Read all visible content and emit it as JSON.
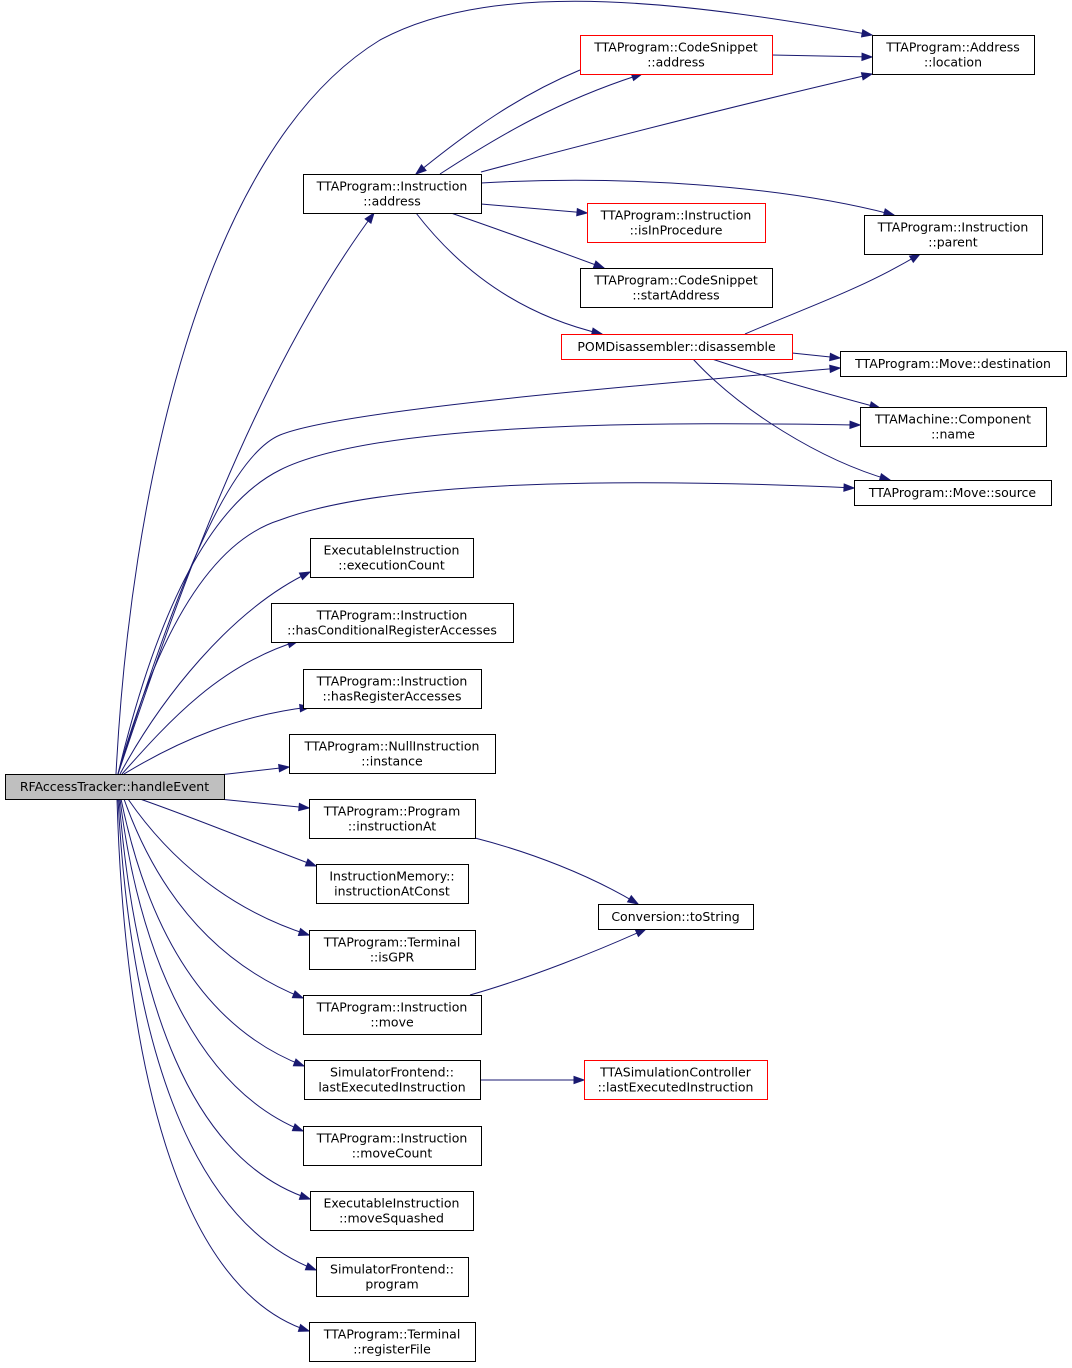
{
  "nodes": [
    {
      "id": "root",
      "lines": [
        "RFAccessTracker::handleEvent"
      ],
      "style": "root"
    },
    {
      "id": "addr_location",
      "lines": [
        "TTAProgram::Address",
        "::location"
      ],
      "style": "normal"
    },
    {
      "id": "cs_address",
      "lines": [
        "TTAProgram::CodeSnippet",
        "::address"
      ],
      "style": "red"
    },
    {
      "id": "instr_address",
      "lines": [
        "TTAProgram::Instruction",
        "::address"
      ],
      "style": "normal"
    },
    {
      "id": "instr_parent",
      "lines": [
        "TTAProgram::Instruction",
        "::parent"
      ],
      "style": "normal"
    },
    {
      "id": "instr_isInProcedure",
      "lines": [
        "TTAProgram::Instruction",
        "::isInProcedure"
      ],
      "style": "red"
    },
    {
      "id": "cs_startAddress",
      "lines": [
        "TTAProgram::CodeSnippet",
        "::startAddress"
      ],
      "style": "normal"
    },
    {
      "id": "pom_disassemble",
      "lines": [
        "POMDisassembler::disassemble"
      ],
      "style": "red"
    },
    {
      "id": "move_destination",
      "lines": [
        "TTAProgram::Move::destination"
      ],
      "style": "normal"
    },
    {
      "id": "component_name",
      "lines": [
        "TTAMachine::Component",
        "::name"
      ],
      "style": "normal"
    },
    {
      "id": "move_source",
      "lines": [
        "TTAProgram::Move::source"
      ],
      "style": "normal"
    },
    {
      "id": "exec_executionCount",
      "lines": [
        "ExecutableInstruction",
        "::executionCount"
      ],
      "style": "normal"
    },
    {
      "id": "instr_hasCond",
      "lines": [
        "TTAProgram::Instruction",
        "::hasConditionalRegisterAccesses"
      ],
      "style": "normal"
    },
    {
      "id": "instr_hasReg",
      "lines": [
        "TTAProgram::Instruction",
        "::hasRegisterAccesses"
      ],
      "style": "normal"
    },
    {
      "id": "null_instance",
      "lines": [
        "TTAProgram::NullInstruction",
        "::instance"
      ],
      "style": "normal"
    },
    {
      "id": "program_instructionAt",
      "lines": [
        "TTAProgram::Program",
        "::instructionAt"
      ],
      "style": "normal"
    },
    {
      "id": "imem_instructionAtConst",
      "lines": [
        "InstructionMemory::",
        "instructionAtConst"
      ],
      "style": "normal"
    },
    {
      "id": "conversion_toString",
      "lines": [
        "Conversion::toString"
      ],
      "style": "normal"
    },
    {
      "id": "terminal_isGPR",
      "lines": [
        "TTAProgram::Terminal",
        "::isGPR"
      ],
      "style": "normal"
    },
    {
      "id": "instr_move",
      "lines": [
        "TTAProgram::Instruction",
        "::move"
      ],
      "style": "normal"
    },
    {
      "id": "simfe_lastExec",
      "lines": [
        "SimulatorFrontend::",
        "lastExecutedInstruction"
      ],
      "style": "normal"
    },
    {
      "id": "tta_sim_lastExec",
      "lines": [
        "TTASimulationController",
        "::lastExecutedInstruction"
      ],
      "style": "red"
    },
    {
      "id": "instr_moveCount",
      "lines": [
        "TTAProgram::Instruction",
        "::moveCount"
      ],
      "style": "normal"
    },
    {
      "id": "exec_moveSquashed",
      "lines": [
        "ExecutableInstruction",
        "::moveSquashed"
      ],
      "style": "normal"
    },
    {
      "id": "simfe_program",
      "lines": [
        "SimulatorFrontend::",
        "program"
      ],
      "style": "normal"
    },
    {
      "id": "terminal_registerFile",
      "lines": [
        "TTAProgram::Terminal",
        "::registerFile"
      ],
      "style": "normal"
    }
  ],
  "edges": [
    {
      "from": "root",
      "to": "addr_location"
    },
    {
      "from": "root",
      "to": "instr_address"
    },
    {
      "from": "root",
      "to": "move_destination"
    },
    {
      "from": "root",
      "to": "component_name"
    },
    {
      "from": "root",
      "to": "move_source"
    },
    {
      "from": "root",
      "to": "exec_executionCount"
    },
    {
      "from": "root",
      "to": "instr_hasCond"
    },
    {
      "from": "root",
      "to": "instr_hasReg"
    },
    {
      "from": "root",
      "to": "null_instance"
    },
    {
      "from": "root",
      "to": "program_instructionAt"
    },
    {
      "from": "root",
      "to": "imem_instructionAtConst"
    },
    {
      "from": "root",
      "to": "terminal_isGPR"
    },
    {
      "from": "root",
      "to": "instr_move"
    },
    {
      "from": "root",
      "to": "simfe_lastExec"
    },
    {
      "from": "root",
      "to": "instr_moveCount"
    },
    {
      "from": "root",
      "to": "exec_moveSquashed"
    },
    {
      "from": "root",
      "to": "simfe_program"
    },
    {
      "from": "root",
      "to": "terminal_registerFile"
    },
    {
      "from": "cs_address",
      "to": "addr_location"
    },
    {
      "from": "cs_address",
      "to": "instr_address"
    },
    {
      "from": "instr_address",
      "to": "cs_address"
    },
    {
      "from": "instr_address",
      "to": "addr_location"
    },
    {
      "from": "instr_address",
      "to": "instr_parent"
    },
    {
      "from": "instr_address",
      "to": "instr_isInProcedure"
    },
    {
      "from": "instr_address",
      "to": "cs_startAddress"
    },
    {
      "from": "instr_address",
      "to": "pom_disassemble"
    },
    {
      "from": "pom_disassemble",
      "to": "instr_parent"
    },
    {
      "from": "pom_disassemble",
      "to": "move_destination"
    },
    {
      "from": "pom_disassemble",
      "to": "component_name"
    },
    {
      "from": "pom_disassemble",
      "to": "move_source"
    },
    {
      "from": "program_instructionAt",
      "to": "conversion_toString"
    },
    {
      "from": "instr_move",
      "to": "conversion_toString"
    },
    {
      "from": "simfe_lastExec",
      "to": "tta_sim_lastExec"
    }
  ]
}
